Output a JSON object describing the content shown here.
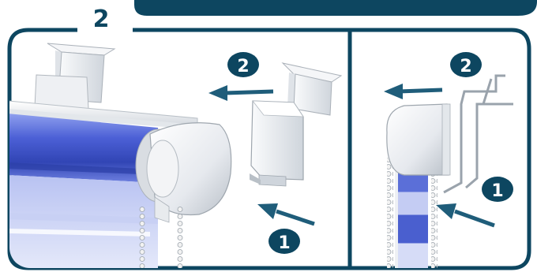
{
  "step": {
    "number": "2"
  },
  "left_panel": {
    "callout_1": "1",
    "callout_2": "2"
  },
  "right_panel": {
    "callout_1": "1",
    "callout_2": "2"
  },
  "colors": {
    "frame": "#0d4660",
    "arrow": "#1f5d7a",
    "badge": "#0d4660",
    "fabric": "#3a4fc8"
  }
}
